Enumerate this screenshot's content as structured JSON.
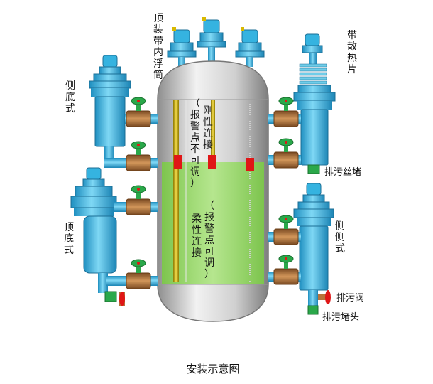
{
  "caption": "安装示意图",
  "labels": {
    "top_mounted_float": "顶装带内浮筒",
    "side_bottom_left": "侧底式",
    "top_bottom": "顶底式",
    "heat_sink": "带散热片",
    "drain_plug": "排污丝堵",
    "side_side": "侧侧式",
    "drain_valve": "排污阀",
    "drain_plug_head": "排污堵头",
    "rigid_connection": "刚性连接",
    "flexible_connection": "柔性连接",
    "alarm_not_adjustable": "（报警点不可调）",
    "alarm_adjustable": "（报警点可调）"
  },
  "colors": {
    "vessel": "#c8c8c8",
    "liquid": "#8fd35a",
    "pipe": "#35b3e0",
    "valve_body": "#b8733a",
    "valve_wheel": "#2aa84a",
    "alarm": "#e01616",
    "rod": "#d8b800",
    "drain_green": "#2aa84a"
  }
}
